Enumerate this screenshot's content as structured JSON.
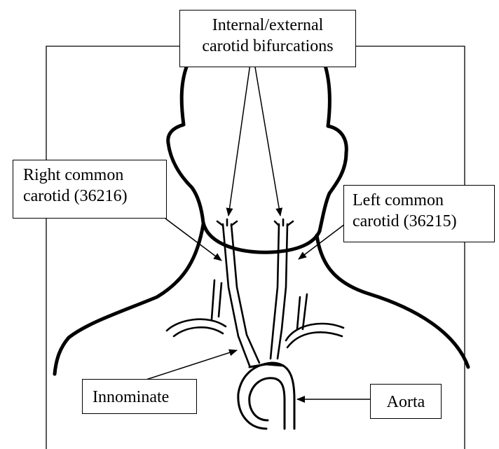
{
  "labels": {
    "bifurcations": {
      "line1": "Internal/external",
      "line2": "carotid bifurcations"
    },
    "right_common": {
      "line1": "Right common",
      "line2": "carotid (36216)"
    },
    "left_common": {
      "line1": "Left common",
      "line2": "carotid (36215)"
    },
    "innominate": "Innominate",
    "aorta": "Aorta"
  },
  "colors": {
    "line": "#000000",
    "background": "#ffffff"
  }
}
